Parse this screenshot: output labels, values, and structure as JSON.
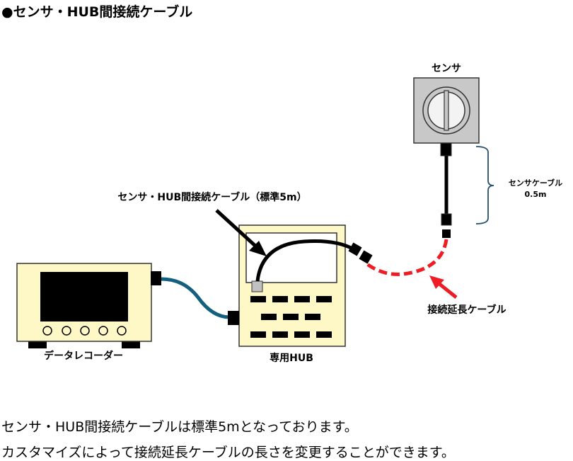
{
  "title": "●センサ・HUB間接続ケーブル",
  "diagram": {
    "sensor": {
      "label": "センサ"
    },
    "sensor_cable": {
      "label_line1": "センサケーブル",
      "label_line2": "0.5m"
    },
    "hub_cable": {
      "label": "センサ・HUB間接続ケーブル（標準5m）"
    },
    "hub": {
      "label": "専用HUB"
    },
    "recorder": {
      "label": "データレコーダー"
    },
    "extension_cable": {
      "label": "接続延長ケーブル"
    },
    "colors": {
      "device_fill": "#fef8c6",
      "sensor_fill": "#c8c8c8",
      "extension_cable": "#ee1c24",
      "recorder_cable": "#135f80",
      "bracket": "#24506e"
    }
  },
  "description": {
    "line1": "センサ・HUB間接続ケーブルは標準5mとなっております。",
    "line2": "カスタマイズによって接続延長ケーブルの長さを変更することができます。"
  }
}
